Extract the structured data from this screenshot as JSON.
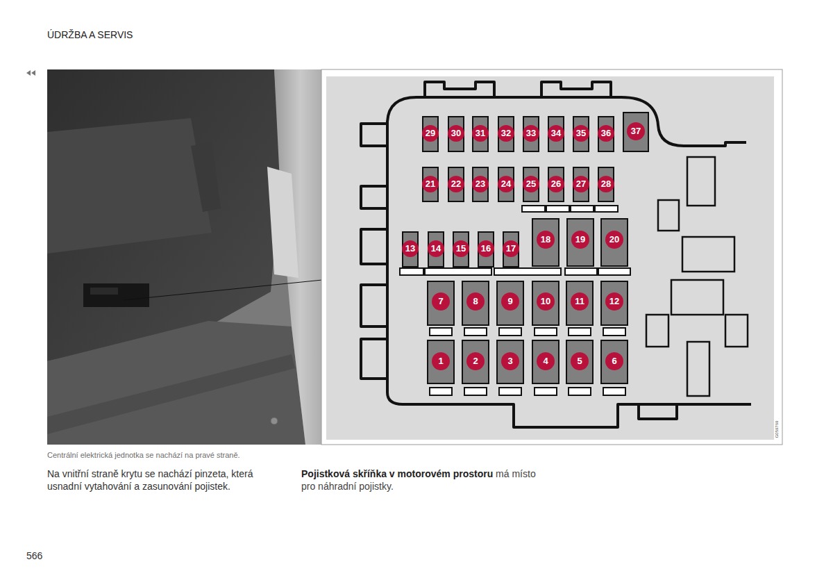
{
  "diagram": {
    "caption": "Centrální elektrická jednotka se nachází na pravé straně.",
    "labels": [
      "ÚDRŽBA A SERVIS",
      "1",
      "2",
      "3",
      "4",
      "5",
      "6",
      "7",
      "8",
      "9",
      "10",
      "11",
      "12",
      "13",
      "14",
      "15",
      "16",
      "17",
      "18",
      "19",
      "20",
      "21",
      "22",
      "23",
      "24",
      "25",
      "26",
      "27",
      "28",
      "29",
      "30",
      "31",
      "32",
      "33",
      "34",
      "35",
      "36",
      "37",
      "Na vnitřní straně krytu se nachází pinzeta, která usnadní vytahování a zasunování pojistek.",
      "Pojistková skříňka v motorovém prostoru",
      "má místo pro náhradní pojistky.",
      "566",
      "G059769"
    ]
  }
}
